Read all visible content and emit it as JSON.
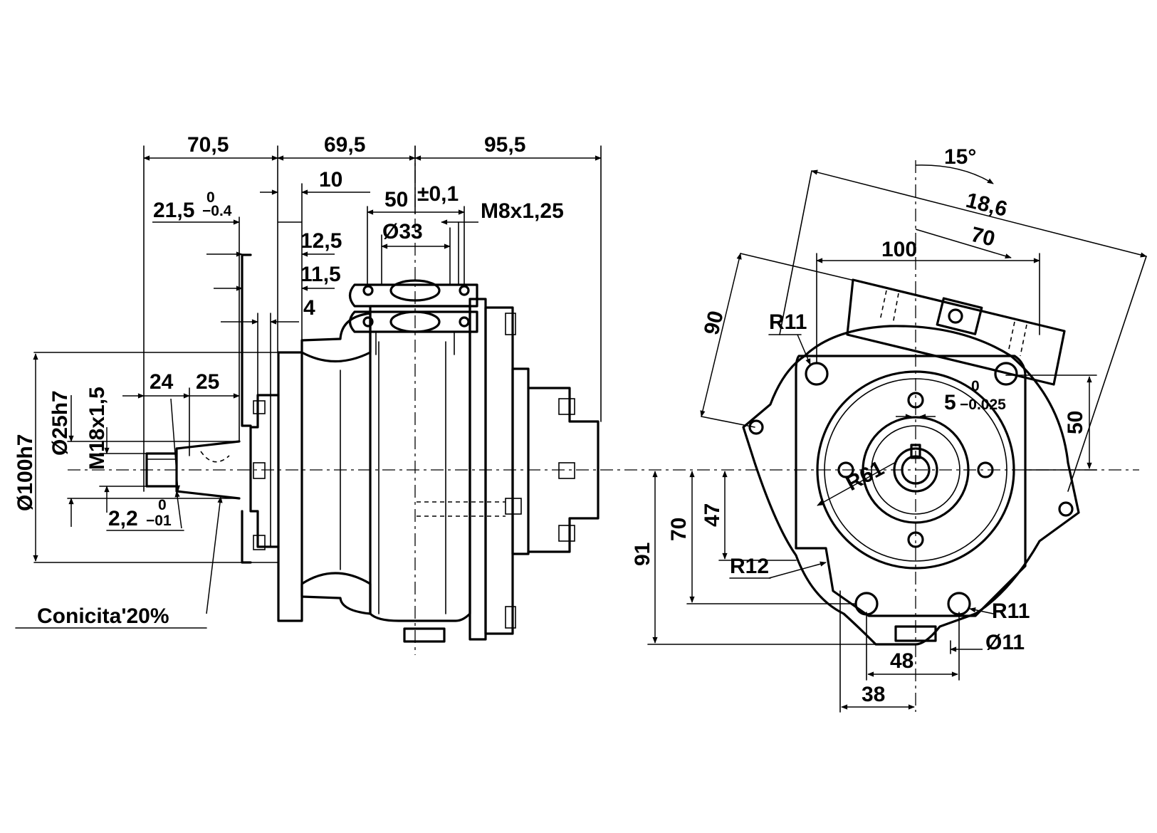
{
  "side_view": {
    "dims": {
      "len_70_5": "70,5",
      "len_69_5": "69,5",
      "len_95_5": "95,5",
      "len_10": "10",
      "len_21_5": "21,5",
      "len_21_5_tol_upper": "0",
      "len_21_5_tol_lower": "−0.4",
      "flange_pitch": "50",
      "flange_pitch_tol": "±0,1",
      "port_diameter": "Ø33",
      "port_thread": "M8x1,25",
      "len_12_5": "12,5",
      "len_11_5": "11,5",
      "len_4": "4",
      "len_24": "24",
      "len_25": "25",
      "pilot_diameter": "Ø100h7",
      "shaft_diameter": "Ø25h7",
      "shaft_thread": "M18x1,5",
      "len_2_2": "2,2",
      "len_2_2_tol_upper": "0",
      "len_2_2_tol_lower": "−01",
      "taper_note": "Conicita'20%"
    }
  },
  "front_view": {
    "dims": {
      "angle": "15°",
      "len_18_6": "18,6",
      "len_100": "100",
      "len_70_top": "70",
      "len_90": "90",
      "radius_top_left": "R11",
      "key_width": "5",
      "key_tol_upper": "0",
      "key_tol_lower": "−0.025",
      "len_50": "50",
      "radius_body": "R61",
      "len_91": "91",
      "len_70_left": "70",
      "len_47": "47",
      "radius_r12": "R12",
      "radius_bottom_right": "R11",
      "hole_diameter": "Ø11",
      "len_48": "48",
      "len_38": "38"
    }
  }
}
